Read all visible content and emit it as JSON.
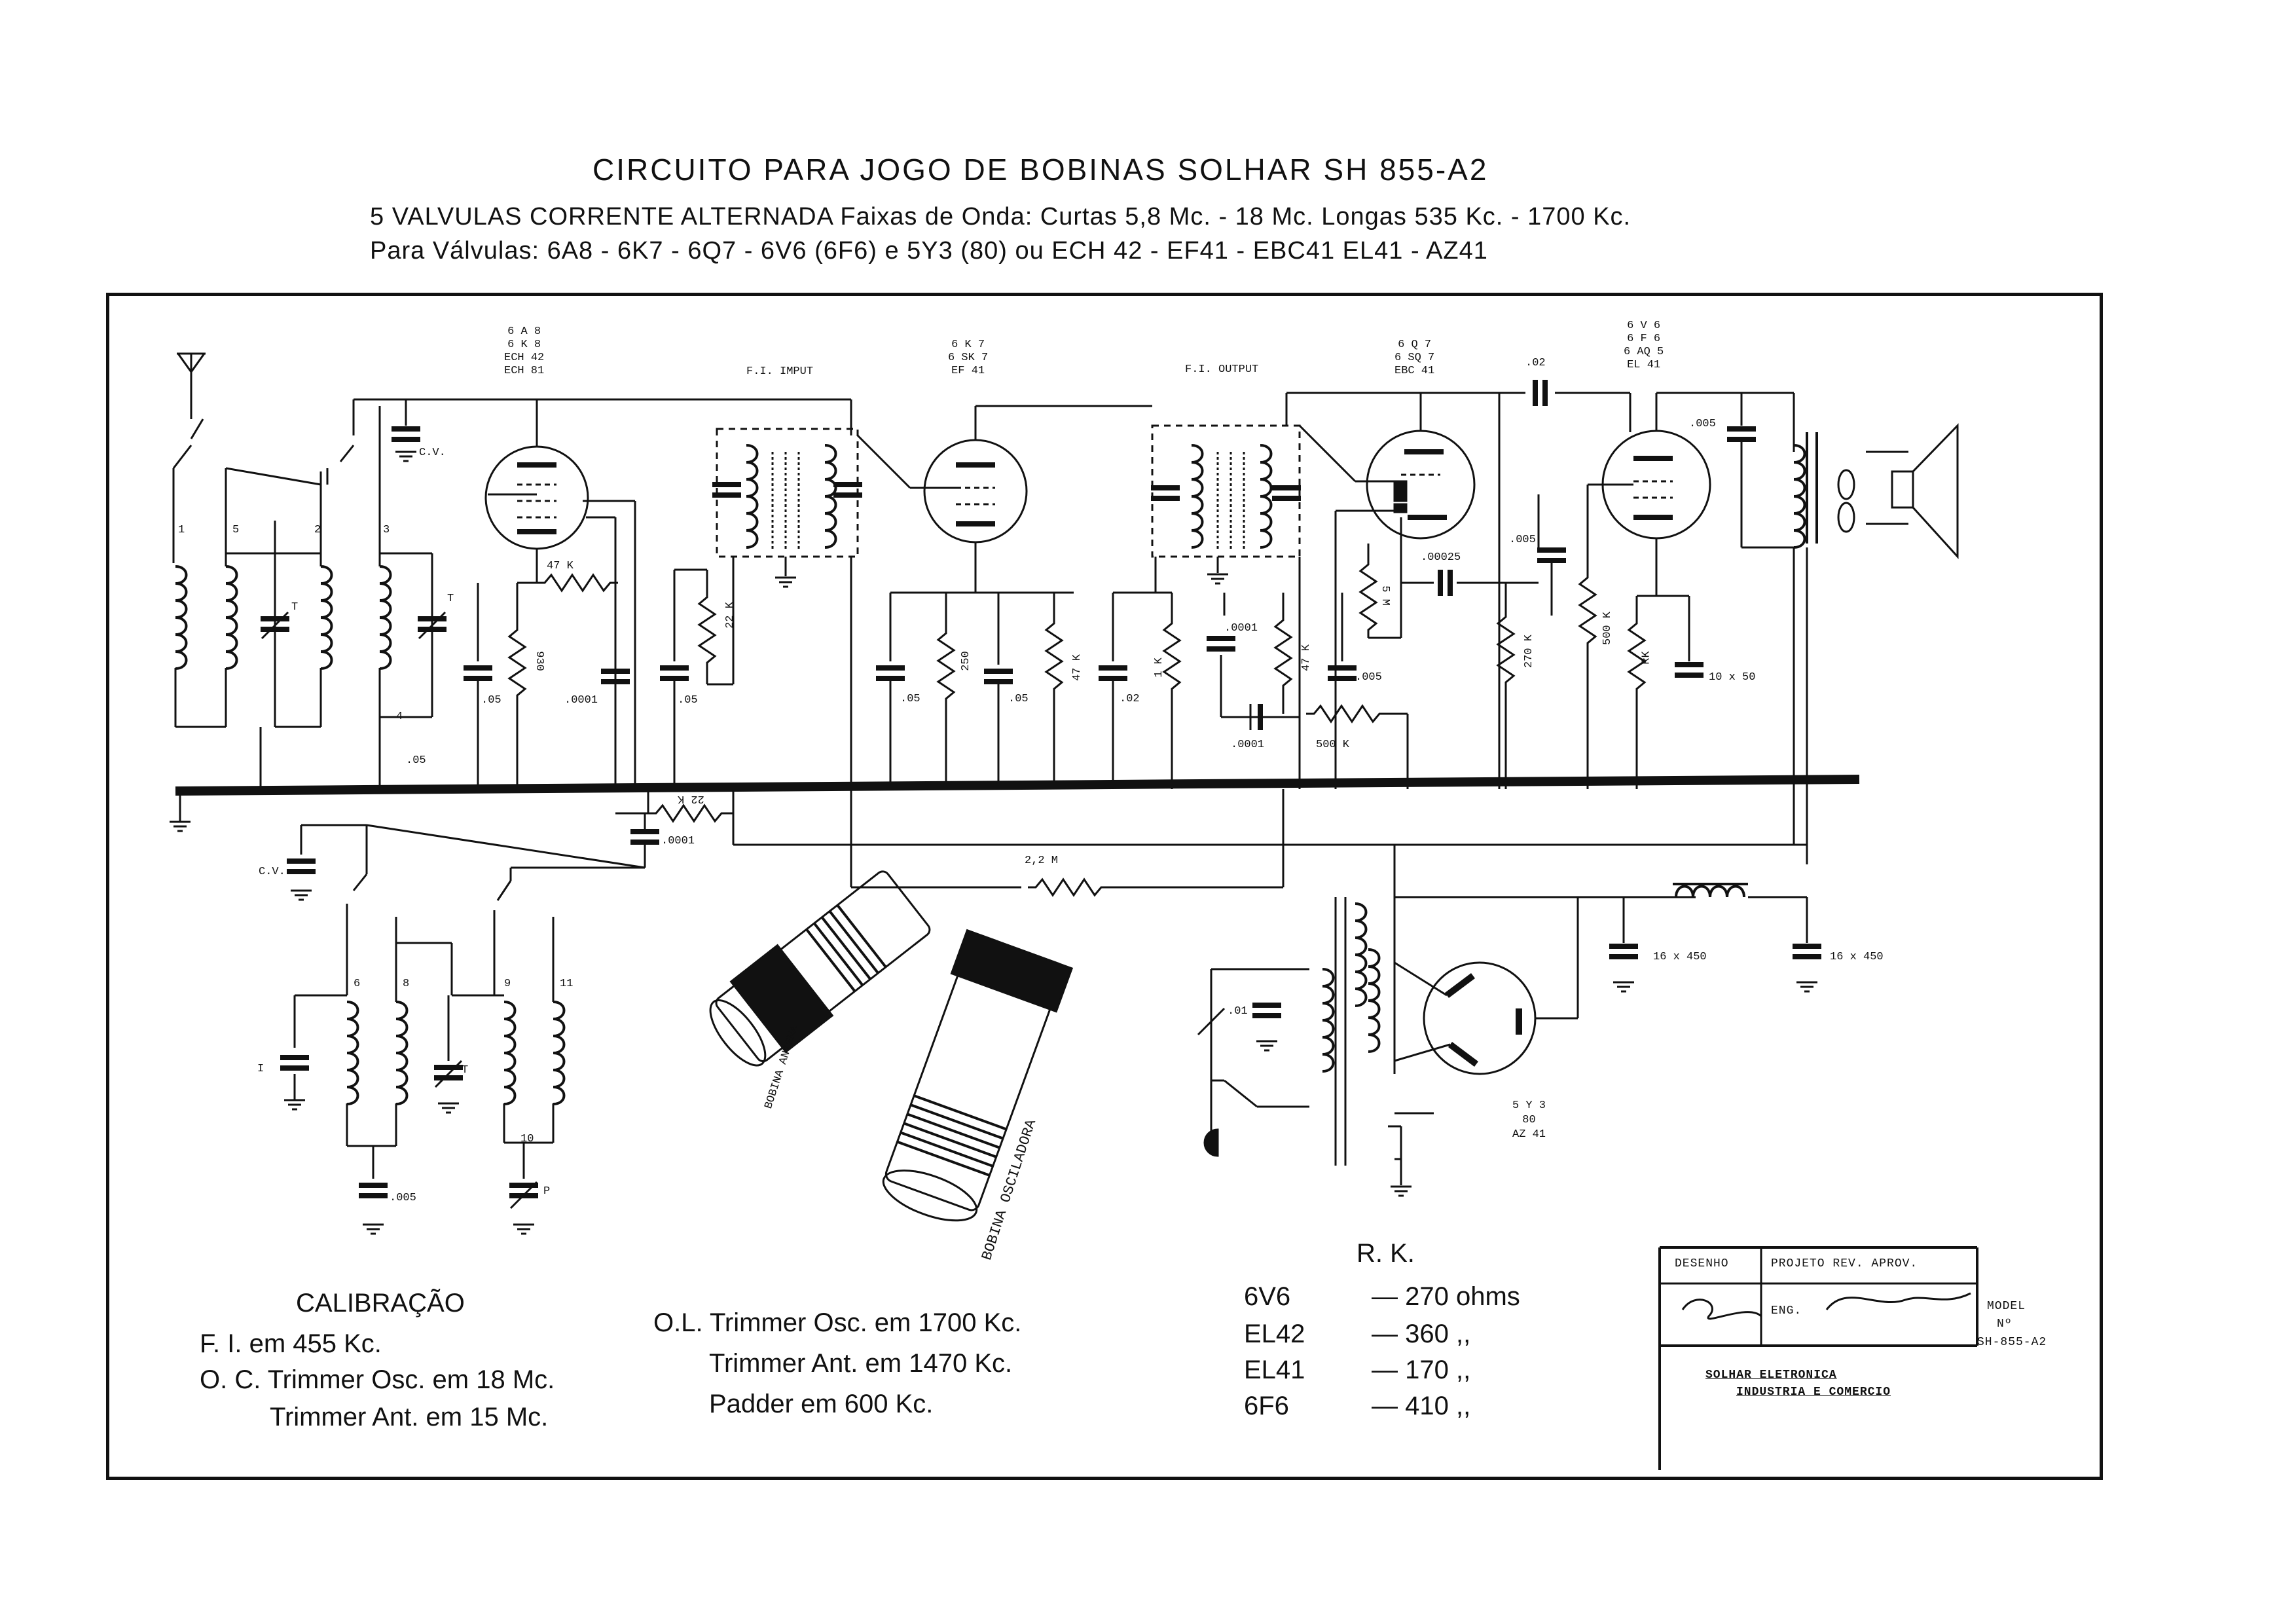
{
  "header": {
    "title": "CIRCUITO PARA JOGO DE BOBINAS SOLHAR SH 855-A2",
    "subtitle1": "5 VALVULAS CORRENTE ALTERNADA Faixas de Onda: Curtas 5,8 Mc. - 18 Mc. Longas 535 Kc. - 1700 Kc.",
    "subtitle2": "Para Válvulas: 6A8 - 6K7 - 6Q7 - 6V6 (6F6) e 5Y3 (80) ou ECH 42 - EF41 - EBC41 EL41 - AZ41"
  },
  "tubes": {
    "v1": [
      "6 A 8",
      "6 K 8",
      "ECH 42",
      "ECH 81"
    ],
    "v2": [
      "6 K 7",
      "6 SK 7",
      "EF 41"
    ],
    "v3": [
      "6 Q 7",
      "6 SQ 7",
      "EBC 41"
    ],
    "v4": [
      "6 V 6",
      "6 F 6",
      "6 AQ 5",
      "EL 41"
    ],
    "rect": [
      "5 Y 3",
      "80",
      "AZ 41"
    ]
  },
  "blocks": {
    "fi_input": "F.I. IMPUT",
    "fi_output": "F.I. OUTPUT",
    "bobina_antena": "BOBINA ANTENA",
    "bobina_osciladora": "BOBINA OSCILADORA"
  },
  "components": {
    "cv": "C.V.",
    "r47k": "47 K",
    "r22k": "22 K",
    "r930": "930",
    "r250": "250",
    "r47k_b": "47 K",
    "r1k": "1 K",
    "r47k_c": "47 K",
    "r5m": "5 M",
    "r270k": "270 K",
    "r500k": "500 K",
    "rk": "RK",
    "r500k_b": "500 K",
    "r22k_b": "22 K",
    "r22m": "2,2 M",
    "c05a": ".05",
    "c0001a": ".0001",
    "c05b": ".05",
    "c05c": ".05",
    "c05d": ".05",
    "c05e": ".05",
    "c02a": ".02",
    "c0001b": ".0001",
    "c0001c": ".0001",
    "c005a": ".005",
    "c00025": ".00025",
    "c005b": ".005",
    "c02b": ".02",
    "c005c": ".005",
    "c10x50": "10 x 50",
    "c0001d": ".0001",
    "c005d": ".005",
    "c01": ".01",
    "c16x450a": "16 x 450",
    "c16x450b": "16 x 450",
    "coil1": "1",
    "coil5": "5",
    "coil2": "2",
    "coil3": "3",
    "coil4": "4",
    "coil6": "6",
    "coil8": "8",
    "coil9": "9",
    "coil11": "11",
    "coil10": "10",
    "trim_t": "T",
    "trim_p": "P",
    "trim_i": "I"
  },
  "calibration": {
    "heading": "CALIBRAÇÃO",
    "line1": "F. I. em 455 Kc.",
    "line2": "O. C. Trimmer Osc. em 18 Mc.",
    "line3": "Trimmer Ant. em 15 Mc.",
    "line4": "O.L. Trimmer Osc. em 1700 Kc.",
    "line5": "Trimmer Ant. em 1470 Kc.",
    "line6": "Padder em 600 Kc."
  },
  "rk_table": {
    "heading": "R. K.",
    "rows": [
      {
        "tube": "6V6",
        "value": "— 270 ohms"
      },
      {
        "tube": "EL42",
        "value": "— 360 ,,"
      },
      {
        "tube": "EL41",
        "value": "— 170 ,,"
      },
      {
        "tube": "6F6",
        "value": "— 410 ,,"
      }
    ]
  },
  "title_block": {
    "desenho": "DESENHO",
    "projeto": "PROJETO REV. APROV.",
    "eng": "ENG.",
    "model_label": "MODEL",
    "no_label": "Nº",
    "model_no": "SH-855-A2",
    "company": "SOLHAR ELETRONICA",
    "company_sub": "INDUSTRIA E COMERCIO"
  }
}
